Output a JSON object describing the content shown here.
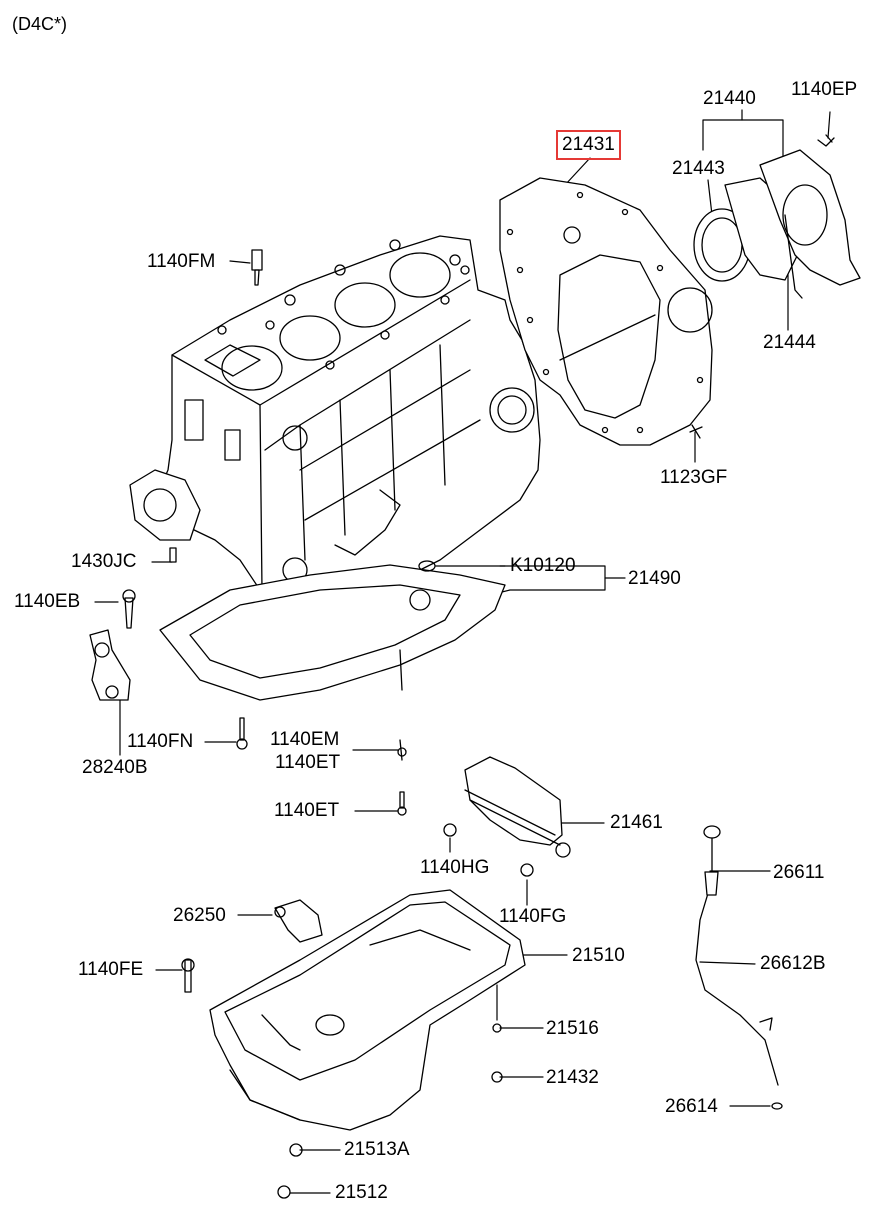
{
  "header": {
    "model_code": "(D4C*)"
  },
  "highlight_color": "#e53935",
  "parts": {
    "p21431": "21431",
    "p21440": "21440",
    "p1140EP": "1140EP",
    "p21443": "21443",
    "p21444": "21444",
    "p1140FM": "1140FM",
    "p1123GF": "1123GF",
    "p1430JC": "1430JC",
    "pK10120": "K10120",
    "p21490": "21490",
    "p1140EB": "1140EB",
    "p1140FN": "1140FN",
    "p28240B": "28240B",
    "p1140EM": "1140EM",
    "p1140ET_a": "1140ET",
    "p1140ET_b": "1140ET",
    "p21461": "21461",
    "p1140HG": "1140HG",
    "p26611": "26611",
    "p26250": "26250",
    "p1140FG": "1140FG",
    "p21510": "21510",
    "p26612B": "26612B",
    "p1140FE": "1140FE",
    "p21516": "21516",
    "p21432": "21432",
    "p26614": "26614",
    "p21513A": "21513A",
    "p21512": "21512"
  }
}
